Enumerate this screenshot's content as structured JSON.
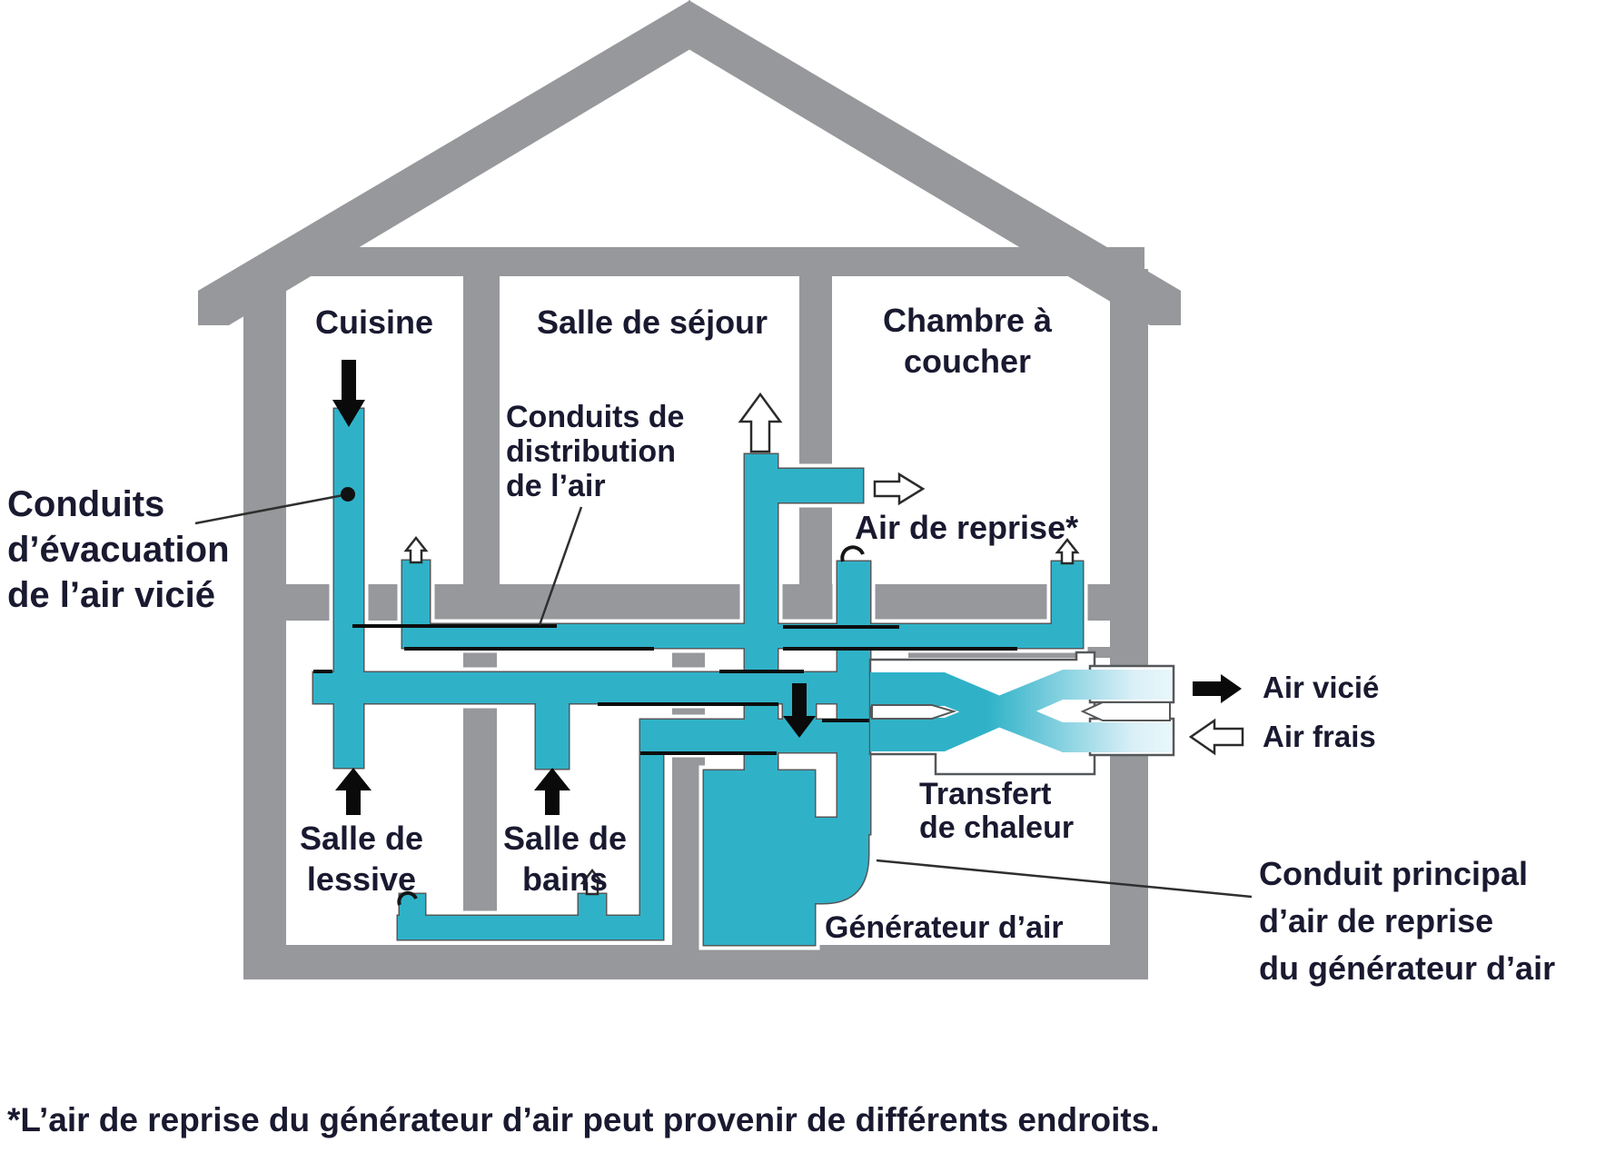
{
  "diagram": {
    "title_semantic": "Schéma de ventilation résidentielle (ventilateur-récupérateur de chaleur)",
    "rooms": {
      "kitchen": "Cuisine",
      "living": "Salle de séjour",
      "bedroom_line1": "Chambre à",
      "bedroom_line2": "coucher",
      "laundry_line1": "Salle de",
      "laundry_line2": "lessive",
      "bath_line1": "Salle de",
      "bath_line2": "bains"
    },
    "labels": {
      "exhaust_line1": "Conduits",
      "exhaust_line2": "d’évacuation",
      "exhaust_line3": "de l’air vicié",
      "supply_line1": "Conduits de",
      "supply_line2": "distribution",
      "supply_line3": "de l’air",
      "return_air": "Air de reprise*",
      "heat_line1": "Transfert",
      "heat_line2": "de chaleur",
      "generator": "Générateur d’air",
      "main_return_line1": "Conduit principal",
      "main_return_line2": "d’air de reprise",
      "main_return_line3": "du générateur d’air"
    },
    "legend": {
      "stale_air": "Air vicié",
      "fresh_air": "Air frais"
    },
    "footnote": "*L’air de reprise du générateur d’air peut provenir de différents endroits.",
    "colors": {
      "duct_teal": "#2FB2C8",
      "duct_fade": "#E9F7FB",
      "structure_gray": "#97989B",
      "text_navy": "#191930"
    }
  }
}
